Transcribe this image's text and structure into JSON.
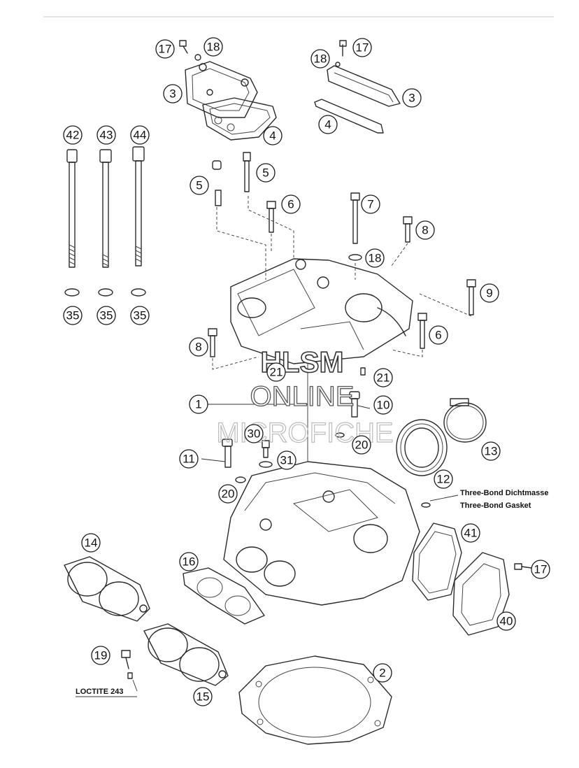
{
  "callouts": {
    "c1": "1",
    "c2": "2",
    "c3a": "3",
    "c3b": "3",
    "c4a": "4",
    "c4b": "4",
    "c5a": "5",
    "c5b": "5",
    "c6a": "6",
    "c6b": "6",
    "c7": "7",
    "c8a": "8",
    "c8b": "8",
    "c9": "9",
    "c10": "10",
    "c11": "11",
    "c12": "12",
    "c13": "13",
    "c14": "14",
    "c15": "15",
    "c16": "16",
    "c17a": "17",
    "c17b": "17",
    "c17c": "17",
    "c18a": "18",
    "c18b": "18",
    "c18c": "18",
    "c19": "19",
    "c20a": "20",
    "c20b": "20",
    "c21a": "21",
    "c21b": "21",
    "c30": "30",
    "c31": "31",
    "c35a": "35",
    "c35b": "35",
    "c35c": "35",
    "c40": "40",
    "c41": "41",
    "c42": "42",
    "c43": "43",
    "c44": "44"
  },
  "notes": {
    "threebond_de": "Three-Bond Dichtmasse",
    "threebond_en": "Three-Bond Gasket",
    "loctite": "LOCTITE 243"
  },
  "watermark": {
    "line1": "HLSM",
    "line2": "ONLINE",
    "line3": "MICROFICHE"
  }
}
